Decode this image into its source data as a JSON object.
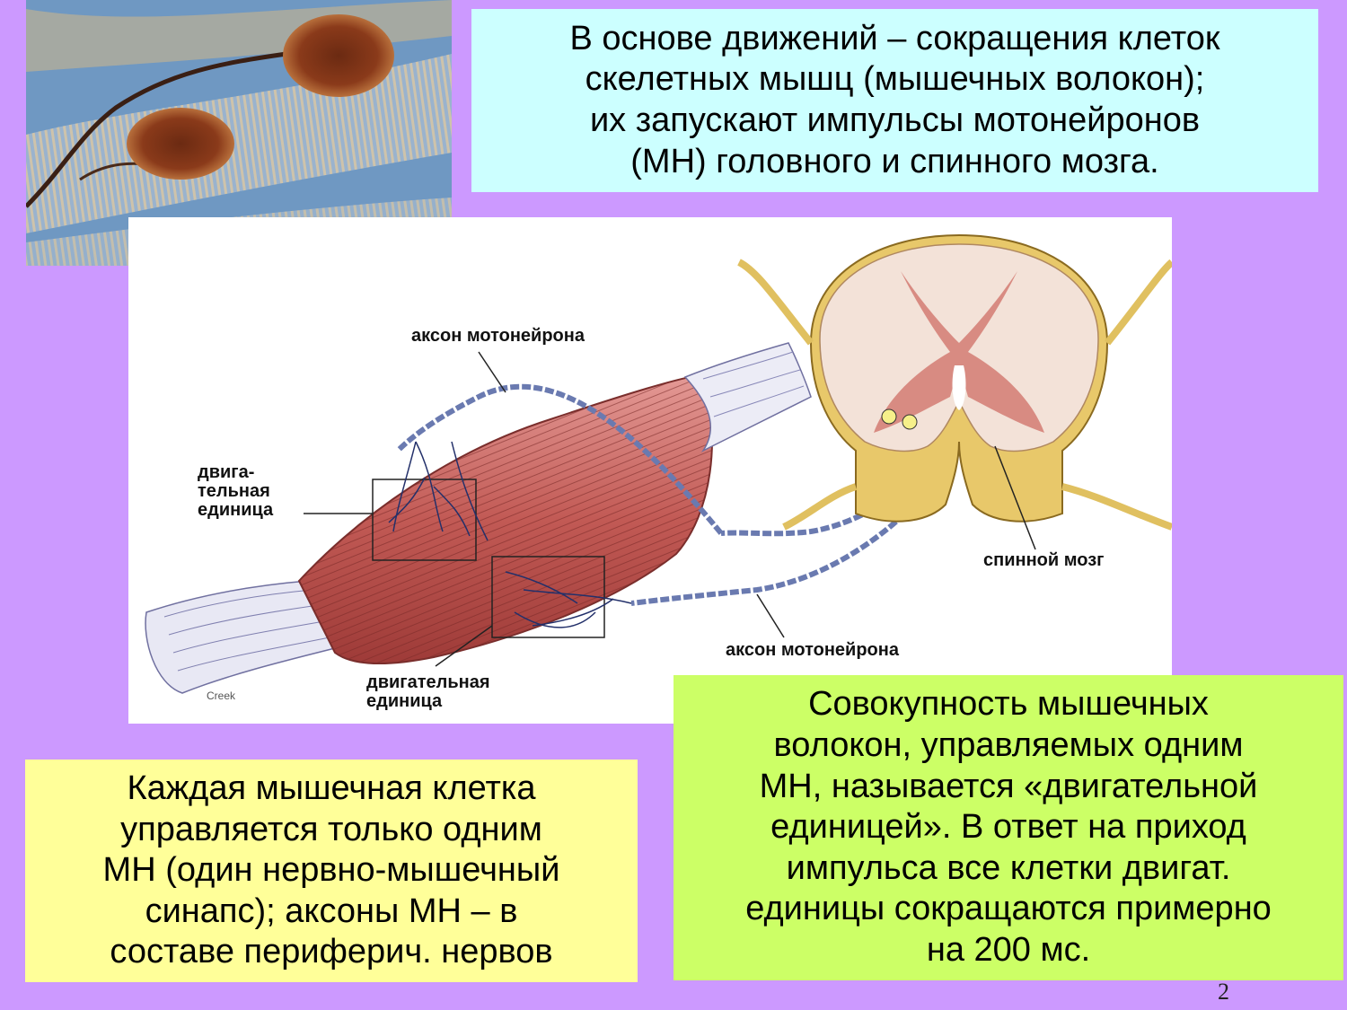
{
  "slide": {
    "page_number": "2",
    "background": "#cc99ff"
  },
  "top_box": {
    "color": "#ccffff",
    "lines": [
      "В основе движений – сокращения клеток",
      "скелетных мышц (мышечных волокон);",
      "их запускают импульсы мотонейронов",
      "(МН) головного и спинного мозга."
    ]
  },
  "left_box": {
    "color": "#ffff99",
    "lines": [
      "Каждая мышечная клетка",
      "управляется только одним",
      "МН (один нервно-мышечный",
      "синапс); аксоны МН – в",
      "составе периферич. нервов"
    ]
  },
  "right_box": {
    "color": "#ccff66",
    "lines": [
      "Совокупность мышечных",
      "волокон, управляемых одним",
      "МН, называется «двигательной",
      "единицей». В ответ на приход",
      "импульса все клетки двигат.",
      "единицы сокращаются примерно",
      "на 200 мс."
    ]
  },
  "figure": {
    "labels": {
      "axon_top": "аксон мотонейрона",
      "motor_unit_left": [
        "двига-",
        "тельная",
        "единица"
      ],
      "spinal_cord": "спинной мозг",
      "axon_bottom": "аксон мотонейрона",
      "motor_unit_bottom": [
        "двигательная",
        "единица"
      ],
      "credit": "Creek"
    }
  }
}
